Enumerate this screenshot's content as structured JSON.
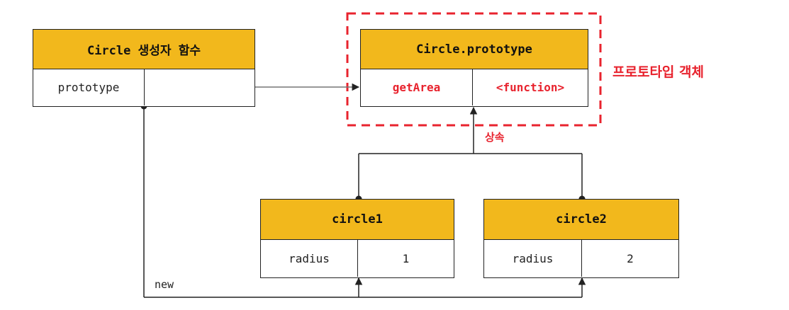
{
  "constructor_box": {
    "title": "Circle 생성자 함수",
    "property": "prototype",
    "value": ""
  },
  "prototype_box": {
    "title": "Circle.prototype",
    "property": "getArea",
    "value": "<function>"
  },
  "instance1": {
    "title": "circle1",
    "property": "radius",
    "value": "1"
  },
  "instance2": {
    "title": "circle2",
    "property": "radius",
    "value": "2"
  },
  "labels": {
    "prototype_object": "프로토타입 객체",
    "inheritance": "상속",
    "new": "new"
  },
  "colors": {
    "header": "#f2b81c",
    "highlight": "#e8232e",
    "line": "#222222"
  }
}
